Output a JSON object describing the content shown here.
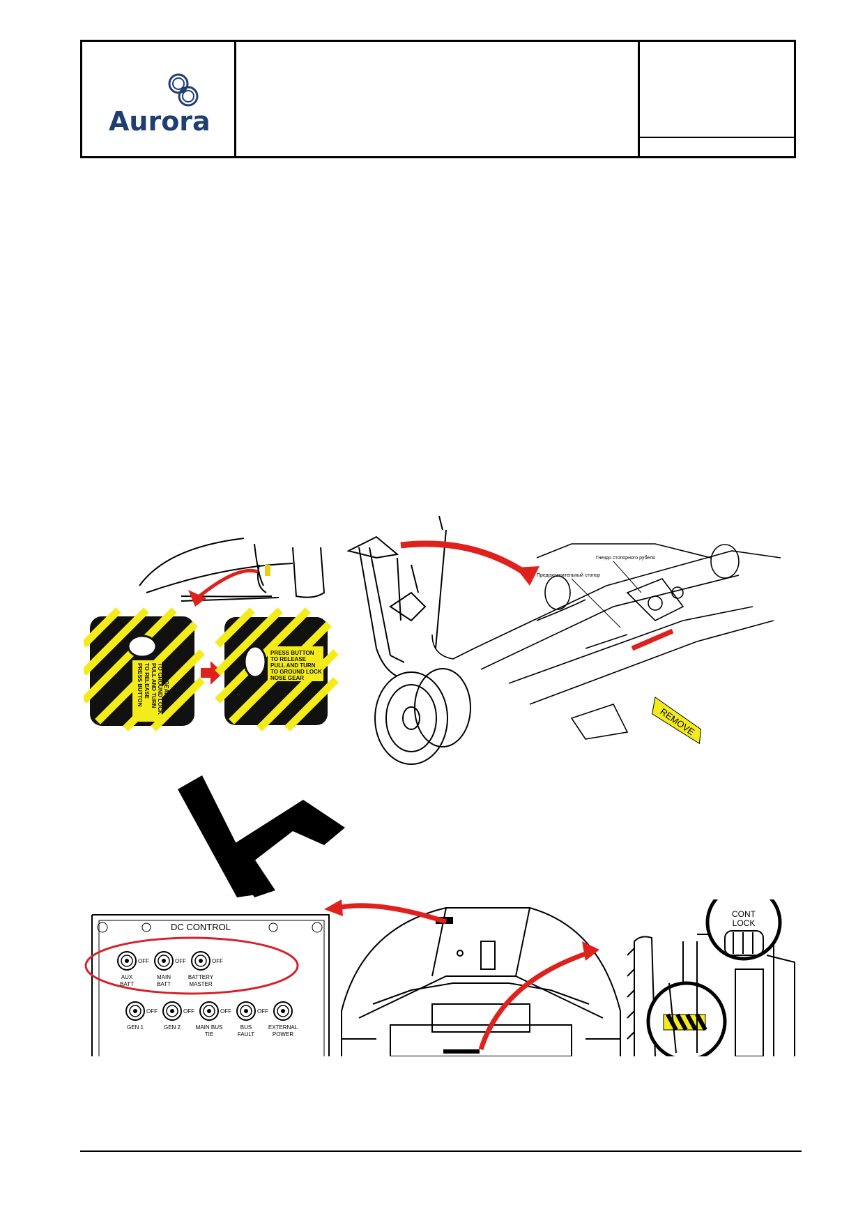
{
  "header": {
    "logo_text": "Aurora",
    "logo_icon": "aurora-rings-icon"
  },
  "figure_top": {
    "placard_text_lines": [
      "PRESS BUTTON",
      "TO RELEASE",
      "PULL AND TURN",
      "TO GROUND LOCK",
      "NOSE GEAR"
    ],
    "caption_upper": "Гнездо стопорного рубеля",
    "caption_lower": "Предохранительный стопор",
    "flag_text": "REMOVE"
  },
  "figure_bottom": {
    "panel_title": "DC CONTROL",
    "switches_top": [
      {
        "name": "AUX BATT",
        "label1": "AUX",
        "label2": "BATT",
        "off": "OFF"
      },
      {
        "name": "MAIN BATT",
        "label1": "MAIN",
        "label2": "BATT",
        "off": "OFF"
      },
      {
        "name": "BATTERY MASTER",
        "label1": "BATTERY",
        "label2": "MASTER",
        "off": "OFF"
      }
    ],
    "switches_bottom": [
      {
        "label1": "GEN 1",
        "label2": "",
        "off": "OFF"
      },
      {
        "label1": "GEN 2",
        "label2": "",
        "off": "OFF"
      },
      {
        "label1": "MAIN BUS",
        "label2": "TIE",
        "off": "OFF"
      },
      {
        "label1": "BUS",
        "label2": "FAULT",
        "off": "OFF"
      },
      {
        "label1": "EXTERNAL",
        "label2": "POWER",
        "off": ""
      }
    ],
    "cont_lock_line1": "CONT",
    "cont_lock_line2": "LOCK"
  },
  "mark": "K",
  "colors": {
    "brand": "#1f3f72",
    "arrow_red": "#e0201c",
    "hazard_yellow": "#f4ec1a",
    "highlight_red": "#d6202a"
  }
}
